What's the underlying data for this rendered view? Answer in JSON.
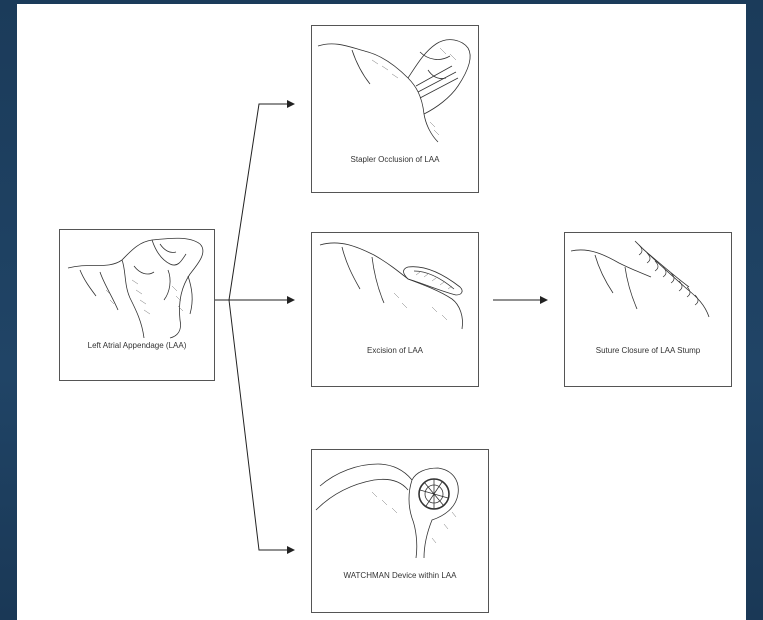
{
  "diagram": {
    "source_node": {
      "caption": "Left Atrial Appendage (LAA)",
      "icon": "left-atrial-appendage-illustration"
    },
    "branches": [
      {
        "caption": "Stapler Occlusion of LAA",
        "icon": "stapler-occlusion-illustration"
      },
      {
        "caption": "Excision of LAA",
        "icon": "excision-illustration"
      },
      {
        "caption": "WATCHMAN Device within LAA",
        "icon": "watchman-device-illustration"
      }
    ],
    "follow_up": {
      "caption": "Suture Closure of LAA Stump",
      "icon": "suture-closure-illustration"
    },
    "colors": {
      "background": "#1d3d5c",
      "panel": "#ffffff",
      "line": "#222222"
    }
  }
}
